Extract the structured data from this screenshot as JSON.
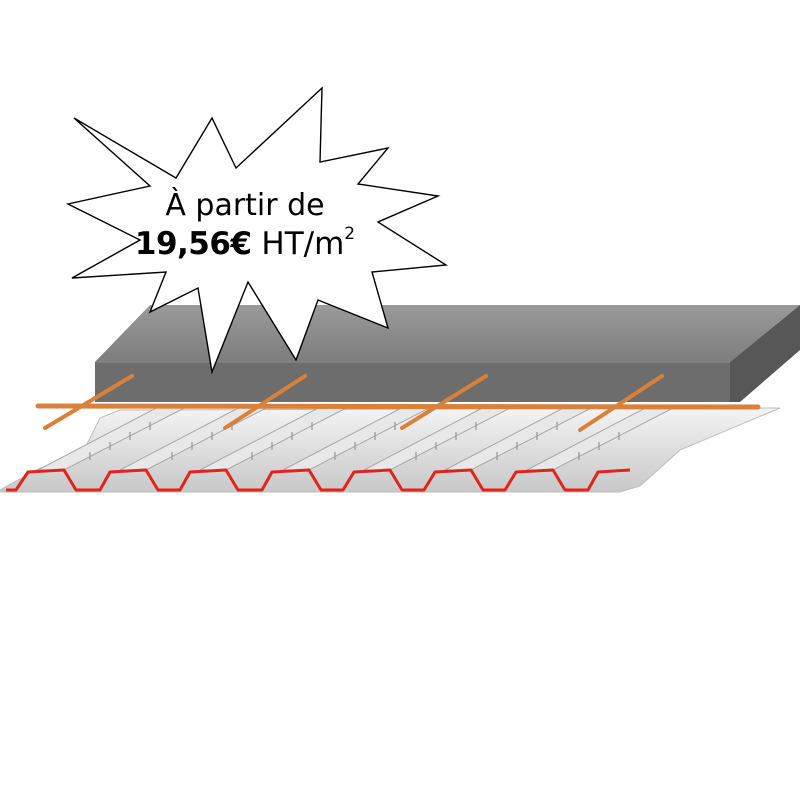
{
  "colors": {
    "slab_top": "#8e8e8e",
    "slab_front": "#6f6f6f",
    "slab_side": "#5a5a5a",
    "rebar": "#d9803a",
    "deck_edge": "#e0241c",
    "deck_fill": "#dcdcdc"
  },
  "price_burst": {
    "line1": "À partir de",
    "amount": "19,56€",
    "unit_base": "HT/m",
    "unit_exponent": "2"
  },
  "icons": {
    "illustration": "steel-deck-concrete-slab-illustration",
    "burst": "starburst-badge"
  }
}
